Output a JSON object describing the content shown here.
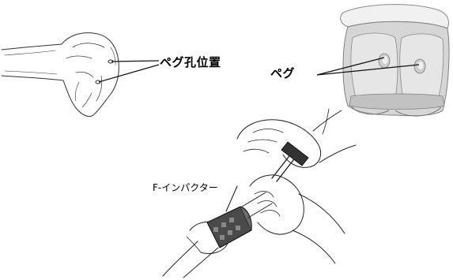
{
  "labels": {
    "peg_hole_position": "ペグ孔位置",
    "peg": "ペグ",
    "f_impactor": "F-インパクター"
  },
  "icons": {
    "femur_sketch": "femur-bone-sketch-icon",
    "femoral_component": "femoral-component-implant-icon",
    "impactor_scene": "hands-hammering-f-impactor-icon"
  },
  "colors": {
    "line": "#222222",
    "implant_light": "#eeeeee",
    "implant_mid": "#cfcfcf",
    "implant_dark": "#a7a7a7"
  }
}
